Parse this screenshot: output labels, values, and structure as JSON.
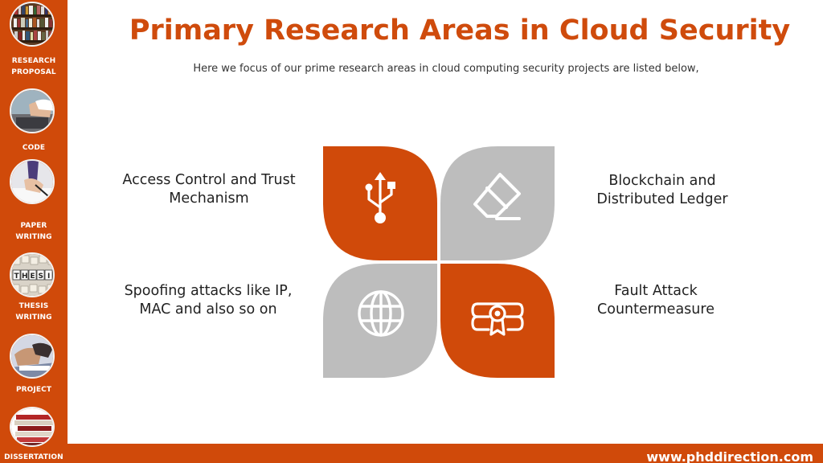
{
  "sidebar": {
    "items": [
      {
        "label": "RESEARCH\nPROPOSAL",
        "icon": "bookshelf-icon"
      },
      {
        "label": "CODE",
        "icon": "laptop-typing-icon"
      },
      {
        "label": "PAPER\nWRITING",
        "icon": "pen-writing-icon"
      },
      {
        "label": "THESIS\nWRITING",
        "icon": "thesis-letters-icon"
      },
      {
        "label": "PROJECT",
        "icon": "books-study-icon"
      },
      {
        "label": "DISSERTATION",
        "icon": "book-stack-icon"
      }
    ]
  },
  "header": {
    "title": "Primary Research Areas in Cloud Security",
    "subtitle": "Here we focus of our prime research areas in cloud computing security projects are listed below,"
  },
  "areas": [
    {
      "label": "Access Control and Trust Mechanism",
      "icon": "usb-icon"
    },
    {
      "label": "Blockchain and Distributed Ledger",
      "icon": "eraser-icon"
    },
    {
      "label": "Spoofing attacks like IP, MAC and also so on",
      "icon": "globe-icon"
    },
    {
      "label": "Fault Attack Countermeasure",
      "icon": "certificate-icon"
    }
  ],
  "footer": {
    "website": "www.phddirection.com"
  },
  "colors": {
    "accent": "#d04a0a",
    "petal_gray": "#bdbdbd",
    "title": "#cf4b0c"
  }
}
